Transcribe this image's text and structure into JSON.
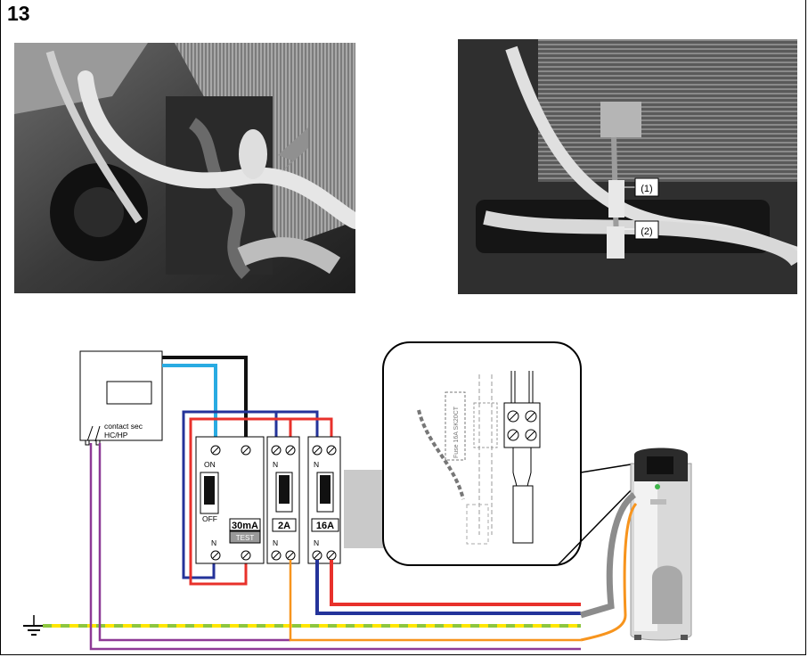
{
  "step_number": "13",
  "photo_left": {
    "icon": "arrow-icon"
  },
  "photo_right": {
    "callout_1": "(1)",
    "callout_2": "(2)"
  },
  "diagram": {
    "contact_label_1": "contact sec",
    "contact_label_2": "HC/HP",
    "rcd": {
      "on": "ON",
      "off": "OFF",
      "neutral": "N",
      "rating": "30mA",
      "test": "TEST"
    },
    "breaker_2a": {
      "neutral": "N",
      "rating": "2A"
    },
    "breaker_16a": {
      "neutral": "N",
      "rating": "16A"
    },
    "inset_fuse_label": "Fuse 16A SK20CT"
  },
  "colors": {
    "live_red": "#e8312b",
    "neutral_blue": "#24339a",
    "earth_green": "#8dc63f",
    "earth_yellow": "#ffe600",
    "purple": "#8e3a96",
    "orange": "#f7941d",
    "black": "#111111",
    "cyan": "#29abe2",
    "grey": "#8c8c8c"
  }
}
